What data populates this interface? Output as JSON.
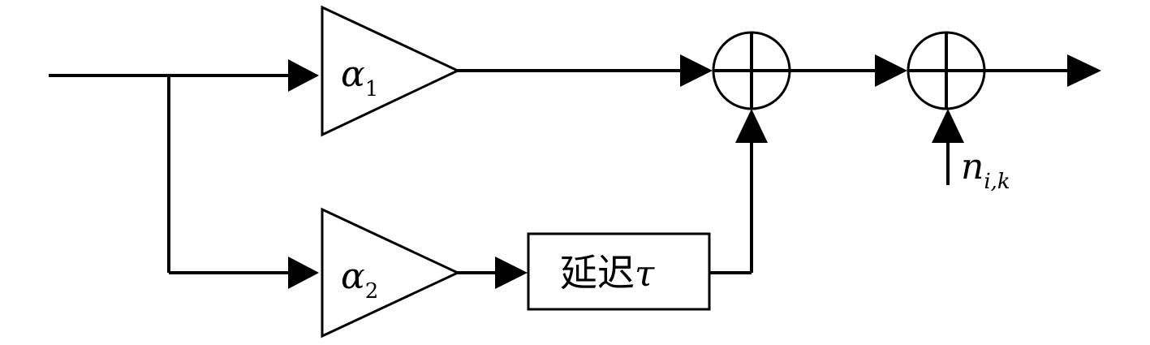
{
  "diagram": {
    "amplifier_top": {
      "symbol": "α",
      "subscript": "1"
    },
    "amplifier_bottom": {
      "symbol": "α",
      "subscript": "2"
    },
    "delay_block": {
      "label": "延迟",
      "symbol": "τ"
    },
    "noise_input": {
      "symbol": "n",
      "subscript": "i,k"
    }
  }
}
